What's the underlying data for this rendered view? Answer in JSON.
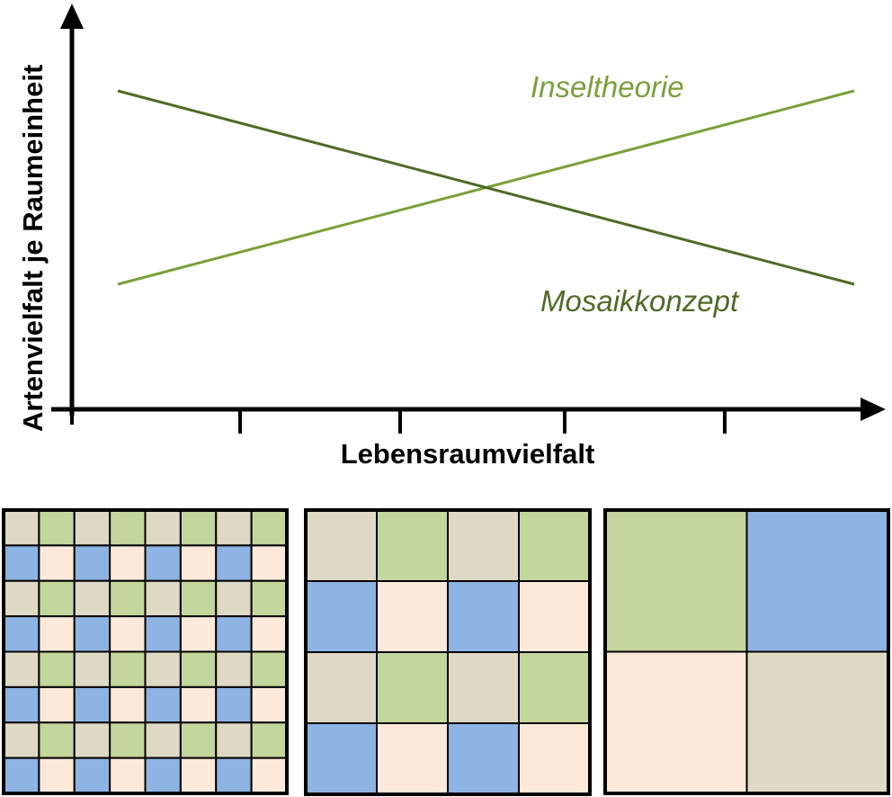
{
  "axes": {
    "y_label": "Artenvielfalt  je Raumeinheit",
    "x_label": "Lebensraumvielfalt"
  },
  "curves": [
    {
      "name": "Inseltheorie",
      "color": "#7aa03a",
      "trend": "increasing"
    },
    {
      "name": "Mosaikkonzept",
      "color": "#4f6b27",
      "trend": "decreasing"
    }
  ],
  "x_axis_ticks": 5,
  "grids": [
    {
      "name": "grid-8x8",
      "rows": 8,
      "cols": 8,
      "pattern": "checker-2x2"
    },
    {
      "name": "grid-4x4",
      "rows": 4,
      "cols": 4,
      "pattern": "checker-2x2"
    },
    {
      "name": "grid-2x2",
      "rows": 2,
      "cols": 2,
      "pattern": "single-block"
    }
  ],
  "palette": {
    "beige": "#ddd9c4",
    "green": "#c3d69b",
    "blue": "#8eb4e3",
    "peach": "#fde9d9"
  }
}
